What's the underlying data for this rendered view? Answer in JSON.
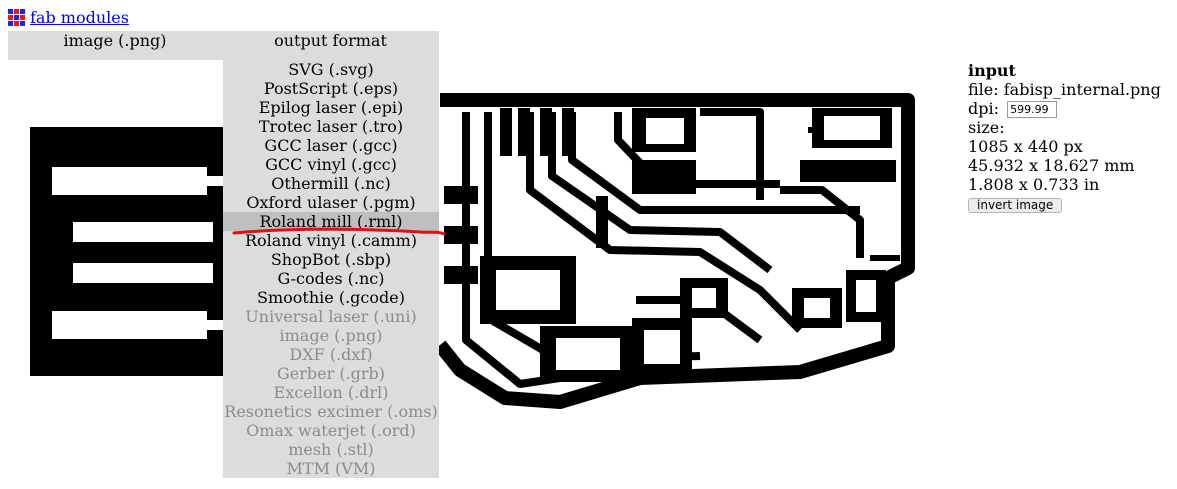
{
  "header": {
    "title": "fab modules",
    "logo_icon": "grid-logo-icon"
  },
  "menubar": {
    "input_label": "image (.png)",
    "output_label": "output format"
  },
  "dropdown": {
    "items": [
      {
        "label": "SVG (.svg)",
        "enabled": true
      },
      {
        "label": "PostScript (.eps)",
        "enabled": true
      },
      {
        "label": "Epilog laser (.epi)",
        "enabled": true
      },
      {
        "label": "Trotec laser (.tro)",
        "enabled": true
      },
      {
        "label": "GCC laser (.gcc)",
        "enabled": true
      },
      {
        "label": "GCC vinyl (.gcc)",
        "enabled": true
      },
      {
        "label": "Othermill (.nc)",
        "enabled": true
      },
      {
        "label": "Oxford ulaser (.pgm)",
        "enabled": true
      },
      {
        "label": "Roland mill (.rml)",
        "enabled": true,
        "selected": true
      },
      {
        "label": "Roland vinyl (.camm)",
        "enabled": true
      },
      {
        "label": "ShopBot (.sbp)",
        "enabled": true
      },
      {
        "label": "G-codes (.nc)",
        "enabled": true
      },
      {
        "label": "Smoothie (.gcode)",
        "enabled": true
      },
      {
        "label": "Universal laser (.uni)",
        "enabled": false
      },
      {
        "label": "image (.png)",
        "enabled": false
      },
      {
        "label": "DXF (.dxf)",
        "enabled": false
      },
      {
        "label": "Gerber (.grb)",
        "enabled": false
      },
      {
        "label": "Excellon (.drl)",
        "enabled": false
      },
      {
        "label": "Resonetics excimer (.oms)",
        "enabled": false
      },
      {
        "label": "Omax waterjet (.ord)",
        "enabled": false
      },
      {
        "label": "mesh (.stl)",
        "enabled": false
      },
      {
        "label": "MTM (VM)",
        "enabled": false
      }
    ],
    "annotation_color": "#e01010"
  },
  "info": {
    "heading": "input",
    "file_label": "file:",
    "file_value": "fabisp_internal.png",
    "dpi_label": "dpi:",
    "dpi_value": "599.99",
    "size_label": "size:",
    "size_px": "1085 x 440 px",
    "size_mm": "45.932 x 18.627 mm",
    "size_in": "1.808 x 0.733 in",
    "invert_button": "invert image"
  },
  "colors": {
    "link": "#0000ee",
    "menu_bg": "#dcdcdc",
    "selected_bg": "#bfbfbf",
    "disabled_text": "#8c8c8c"
  }
}
